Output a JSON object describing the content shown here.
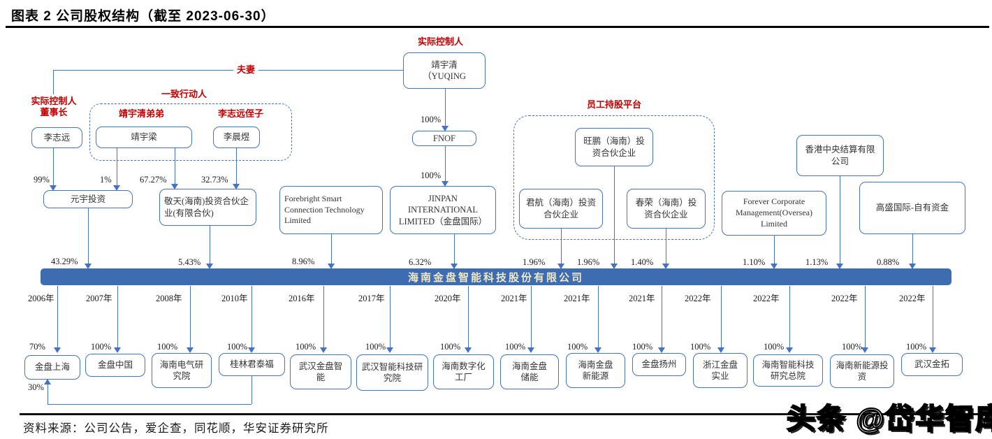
{
  "title": "图表 2 公司股权结构（截至 2023-06-30）",
  "source_note": "资料来源：公司公告，爱企查，同花顺，华安证券研究所",
  "watermark": "头条 @岱华智库",
  "colors": {
    "line_blue": "#4472C4",
    "bar_fill": "#3E6CB0",
    "bar_text": "#EFE8C2",
    "red_label": "#C00000"
  },
  "red_labels": {
    "actual_controller": "实际控制人",
    "couple": "夫妻",
    "chairman1": "实际控制人",
    "chairman2": "董事长",
    "concert_group": "一致行动人",
    "jyq_brother": "靖宇清弟弟",
    "lzy_nephew": "李志远侄子",
    "esop": "员工持股平台"
  },
  "nodes": {
    "lizhiyuan": "李志远",
    "jingyuliang": "靖宇梁",
    "lichenyu": "李晨煜",
    "jingyuqing1": "靖宇清",
    "jingyuqing2": "（YUQING",
    "fnof": "FNOF",
    "yuanyu": "元宇投资",
    "jingtian": "敬天(海南)投资合伙企业(有限合伙)",
    "forebright": "Forebright Smart Connection Technology Limited",
    "jinpan_intl": "JINPAN INTERNATIONAL LIMITED（金盘国际）",
    "wangpeng": "旺鹏（海南）投资合伙企业",
    "junhang": "君航（海南）投资合伙企业",
    "chunrong": "春荣（海南）投资合伙企业",
    "forever": "Forever Corporate Management(Oversea) Limited",
    "hkscc": "香港中央结算有限公司",
    "goldman": "高盛国际-自有资金",
    "main_company": "海南金盘智能科技股份有限公司"
  },
  "percents": {
    "lizhiyuan_to_yuanyu": "99%",
    "jingyuliang_to_yuanyu": "1%",
    "jingyuliang_to_jingtian": "67.27%",
    "lichenyu_to_jingtian": "32.73%",
    "jingyuqing_to_fnof": "100%",
    "fnof_to_jinpan": "100%",
    "yuanyu": "43.29%",
    "jingtian": "5.43%",
    "forebright": "8.96%",
    "jinpan_intl": "6.32%",
    "junhang": "1.96%",
    "wangpeng": "1.96%",
    "chunrong": "1.40%",
    "forever": "1.10%",
    "hkscc": "1.13%",
    "goldman": "0.88%",
    "guilin_to_shanghai": "30%"
  },
  "subsidiaries": [
    {
      "year": "2006年",
      "pct": "70%",
      "name": "金盘上海"
    },
    {
      "year": "2007年",
      "pct": "100%",
      "name": "金盘中国"
    },
    {
      "year": "2008年",
      "pct": "100%",
      "name": "海南电气研究院"
    },
    {
      "year": "2010年",
      "pct": "100%",
      "name": "桂林君泰福"
    },
    {
      "year": "2016年",
      "pct": "100%",
      "name": "武汉金盘智能"
    },
    {
      "year": "2017年",
      "pct": "100%",
      "name": "武汉智能科技研究院"
    },
    {
      "year": "2020年",
      "pct": "100%",
      "name": "海南数字化工厂"
    },
    {
      "year": "2021年",
      "pct": "100%",
      "name": "海南金盘储能"
    },
    {
      "year": "2021年",
      "pct": "100%",
      "name": "海南金盘新能源"
    },
    {
      "year": "2021年",
      "pct": "100%",
      "name": "金盘扬州"
    },
    {
      "year": "2022年",
      "pct": "100%",
      "name": "浙江金盘实业"
    },
    {
      "year": "2022年",
      "pct": "100%",
      "name": "海南智能科技研究总院"
    },
    {
      "year": "2022年",
      "pct": "100%",
      "name": "海南新能源投资"
    },
    {
      "year": "2022年",
      "pct": "100%",
      "name": "武汉金拓"
    }
  ]
}
